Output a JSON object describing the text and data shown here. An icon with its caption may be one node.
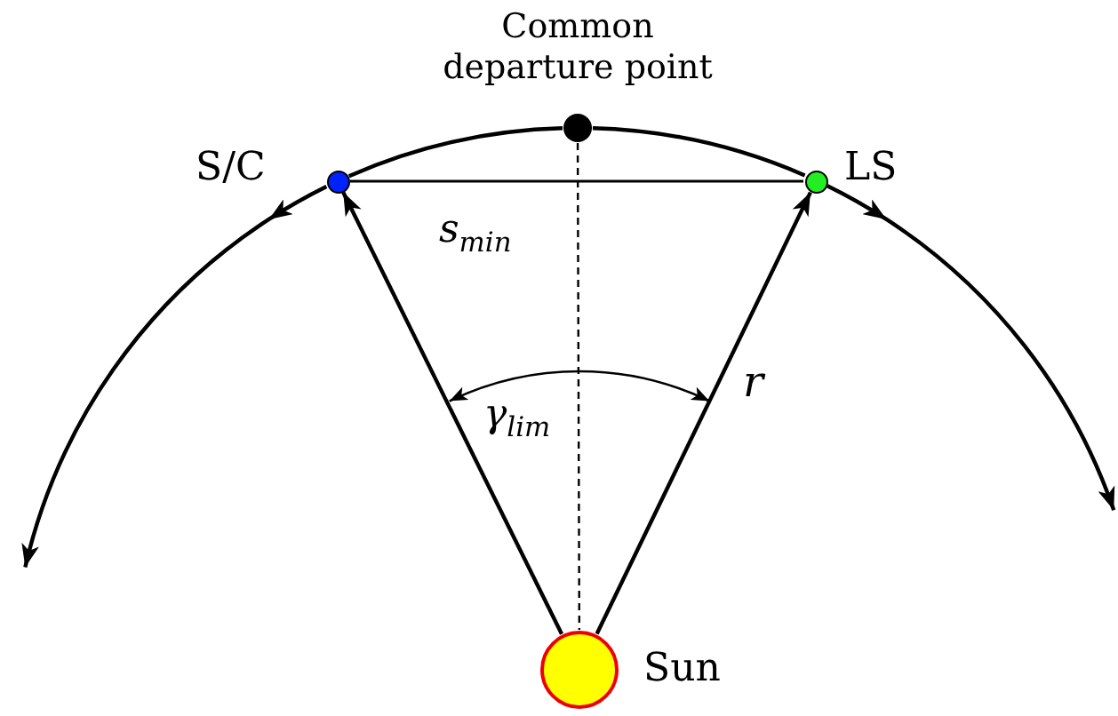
{
  "diagram": {
    "nodes": [
      {
        "text": [],
        "shape": "circle",
        "beside": [
          "Common departure point"
        ]
      },
      {
        "text": [],
        "shape": "circle",
        "beside": [
          "S/C"
        ]
      },
      {
        "text": [],
        "shape": "circle",
        "beside": [
          "LS"
        ]
      },
      {
        "text": [],
        "shape": "circle",
        "beside": [
          "Sun"
        ]
      }
    ],
    "edges": [
      {
        "from": 0,
        "to": 1,
        "arrow": "none"
      },
      {
        "from": 0,
        "to": 2,
        "arrow": "none"
      },
      {
        "from": 1,
        "to": null,
        "arrow": "to"
      },
      {
        "from": 2,
        "to": null,
        "arrow": "to"
      },
      {
        "from": 1,
        "to": 2,
        "arrow": "none",
        "label": "s$_{min}$"
      },
      {
        "from": 3,
        "to": 1,
        "arrow": "to"
      },
      {
        "from": 3,
        "to": 2,
        "arrow": "to",
        "label": "r"
      },
      {
        "from": 0,
        "to": 3,
        "arrow": "none",
        "style": "dashed"
      }
    ],
    "labels": [
      "γ$_{lim}$"
    ]
  }
}
